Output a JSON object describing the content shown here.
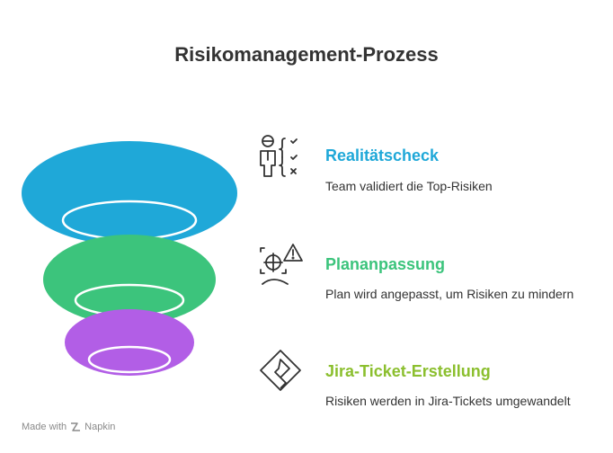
{
  "title": "Risikomanagement-Prozess",
  "steps": [
    {
      "title": "Realitätscheck",
      "description": "Team validiert die Top-Risiken",
      "color": "#1fa8d8",
      "icon": "person-checklist-icon"
    },
    {
      "title": "Plananpassung",
      "description": "Plan wird angepasst, um Risiken zu mindern",
      "color": "#3cc47c",
      "icon": "plan-warning-icon"
    },
    {
      "title": "Jira-Ticket-Erstellung",
      "description": "Risiken werden in Jira-Tickets umgewandelt",
      "color": "#8bbf2e",
      "icon": "jira-icon"
    }
  ],
  "funnel_colors": [
    "#1fa8d8",
    "#3cc47c",
    "#b25ee6"
  ],
  "footer": {
    "made_with": "Made with",
    "brand": "Napkin"
  }
}
